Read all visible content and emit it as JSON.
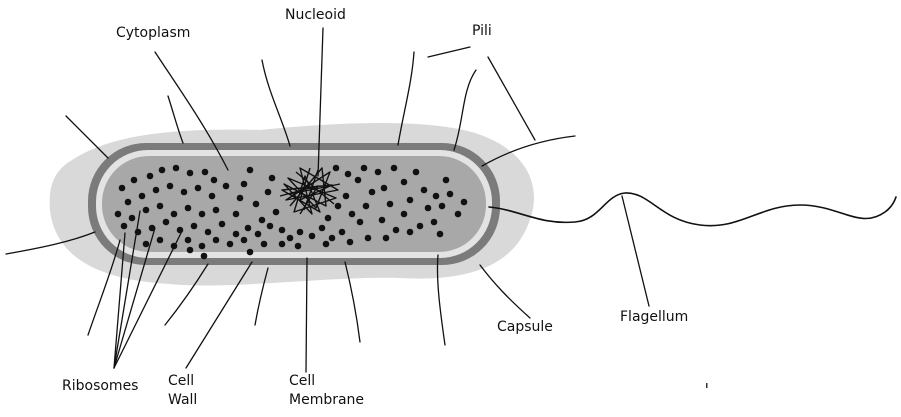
{
  "labels": {
    "nucleoid": "Nucleoid",
    "cytoplasm": "Cytoplasm",
    "pili": "Pili",
    "ribosomes": "Ribosomes",
    "cell_wall": [
      "Cell",
      "Wall"
    ],
    "cell_membrane": [
      "Cell",
      "Membrane"
    ],
    "capsule": "Capsule",
    "flagellum": "Flagellum"
  },
  "colors": {
    "capsule": "#d9d9d9",
    "cell_wall": "#7b7b7b",
    "membrane": "#e3e3e3",
    "cytoplasm": "#a8a8a8",
    "ribosome": "#111111",
    "line": "#111111"
  }
}
